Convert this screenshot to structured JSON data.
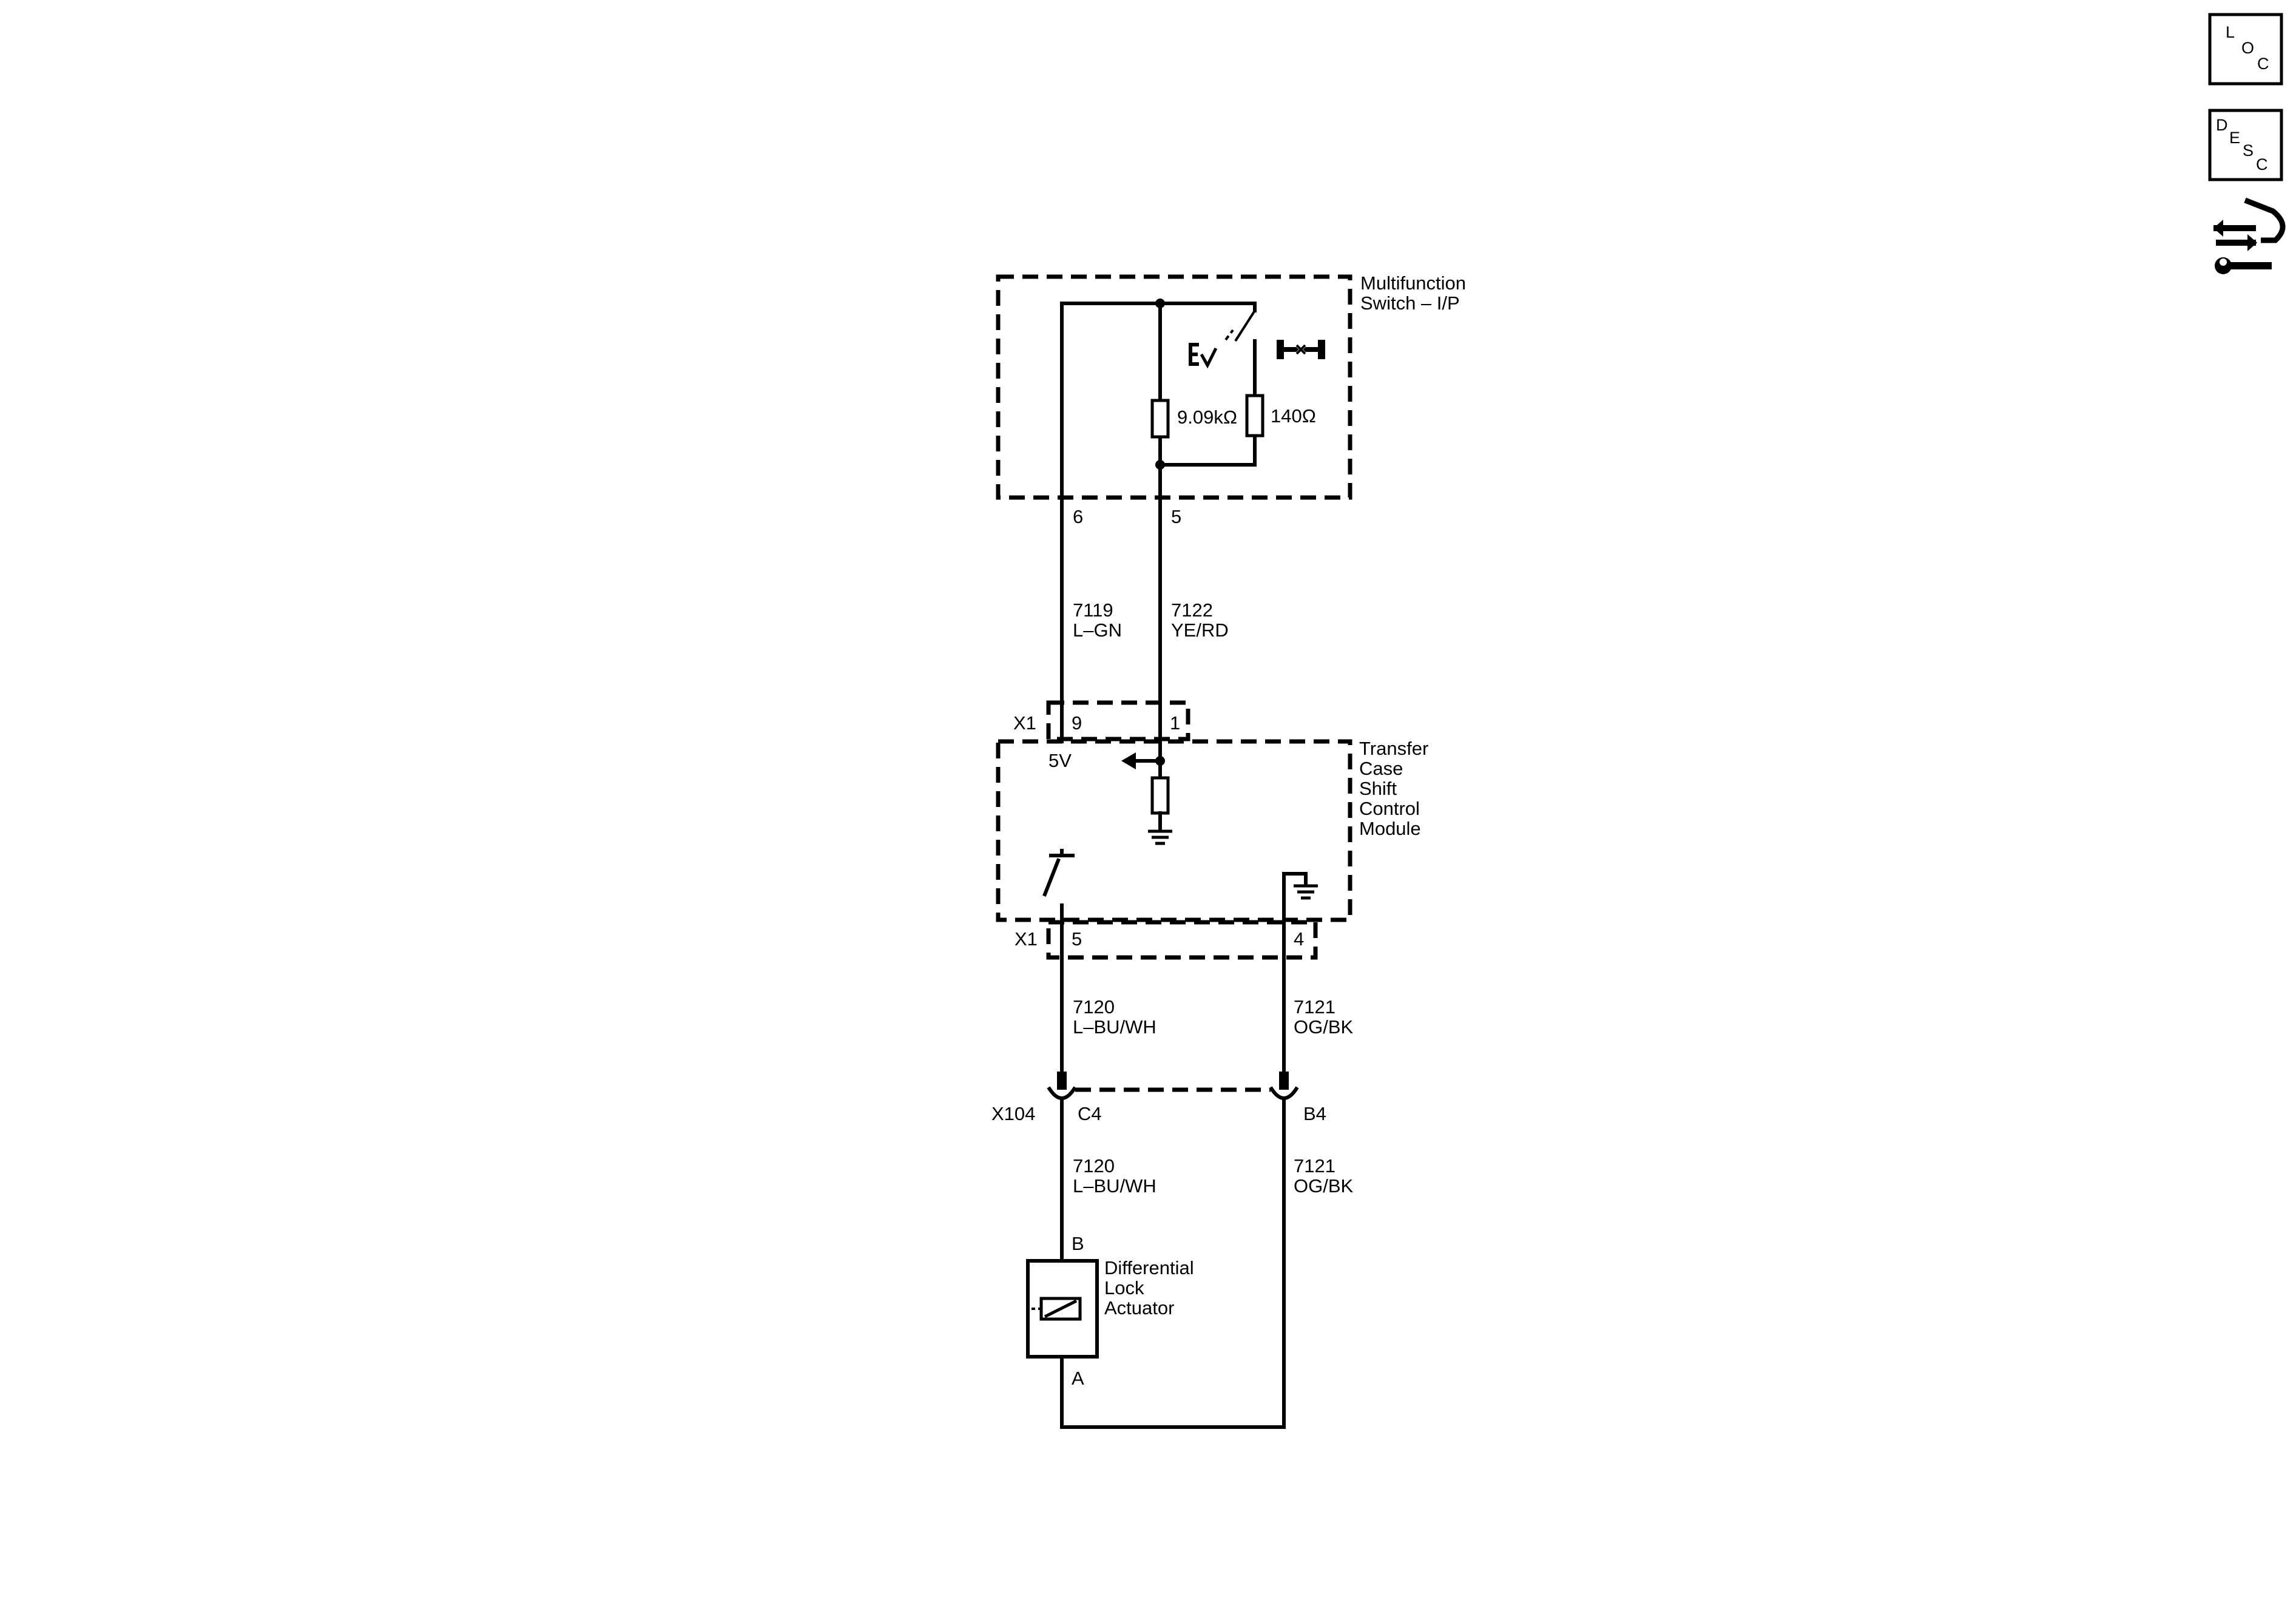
{
  "nav": {
    "loc": {
      "l1": "L",
      "l2": "O",
      "l3": "C"
    },
    "desc": {
      "l1": "D",
      "l2": "E",
      "l3": "S",
      "l4": "C"
    },
    "connector_icon": "connector-end-view-icon"
  },
  "multifunction_switch": {
    "name_line1": "Multifunction",
    "name_line2": "Switch – I/P",
    "resistor1": "9.09kΩ",
    "resistor2": "140Ω",
    "pin_left": "6",
    "pin_right": "5",
    "switch_icon_left": "electronic-locker-icon",
    "switch_icon_right": "axle-lock-icon"
  },
  "wires_top": {
    "left_circuit": "7119",
    "left_color": "L–GN",
    "right_circuit": "7122",
    "right_color": "YE/RD"
  },
  "tcscm": {
    "name_line1": "Transfer",
    "name_line2": "Case",
    "name_line3": "Shift",
    "name_line4": "Control",
    "name_line5": "Module",
    "conn_top": "X1",
    "pin_top_left": "9",
    "pin_top_right": "1",
    "voltage": "5V",
    "conn_bottom": "X1",
    "pin_bottom_left": "5",
    "pin_bottom_right": "4"
  },
  "wires_mid": {
    "left_circuit": "7120",
    "left_color": "L–BU/WH",
    "right_circuit": "7121",
    "right_color": "OG/BK"
  },
  "inline_connector": {
    "name": "X104",
    "pin_left": "C4",
    "pin_right": "B4"
  },
  "wires_low": {
    "left_circuit": "7120",
    "left_color": "L–BU/WH",
    "right_circuit": "7121",
    "right_color": "OG/BK"
  },
  "actuator": {
    "name_line1": "Differential",
    "name_line2": "Lock",
    "name_line3": "Actuator",
    "pin_top": "B",
    "pin_bottom": "A"
  }
}
